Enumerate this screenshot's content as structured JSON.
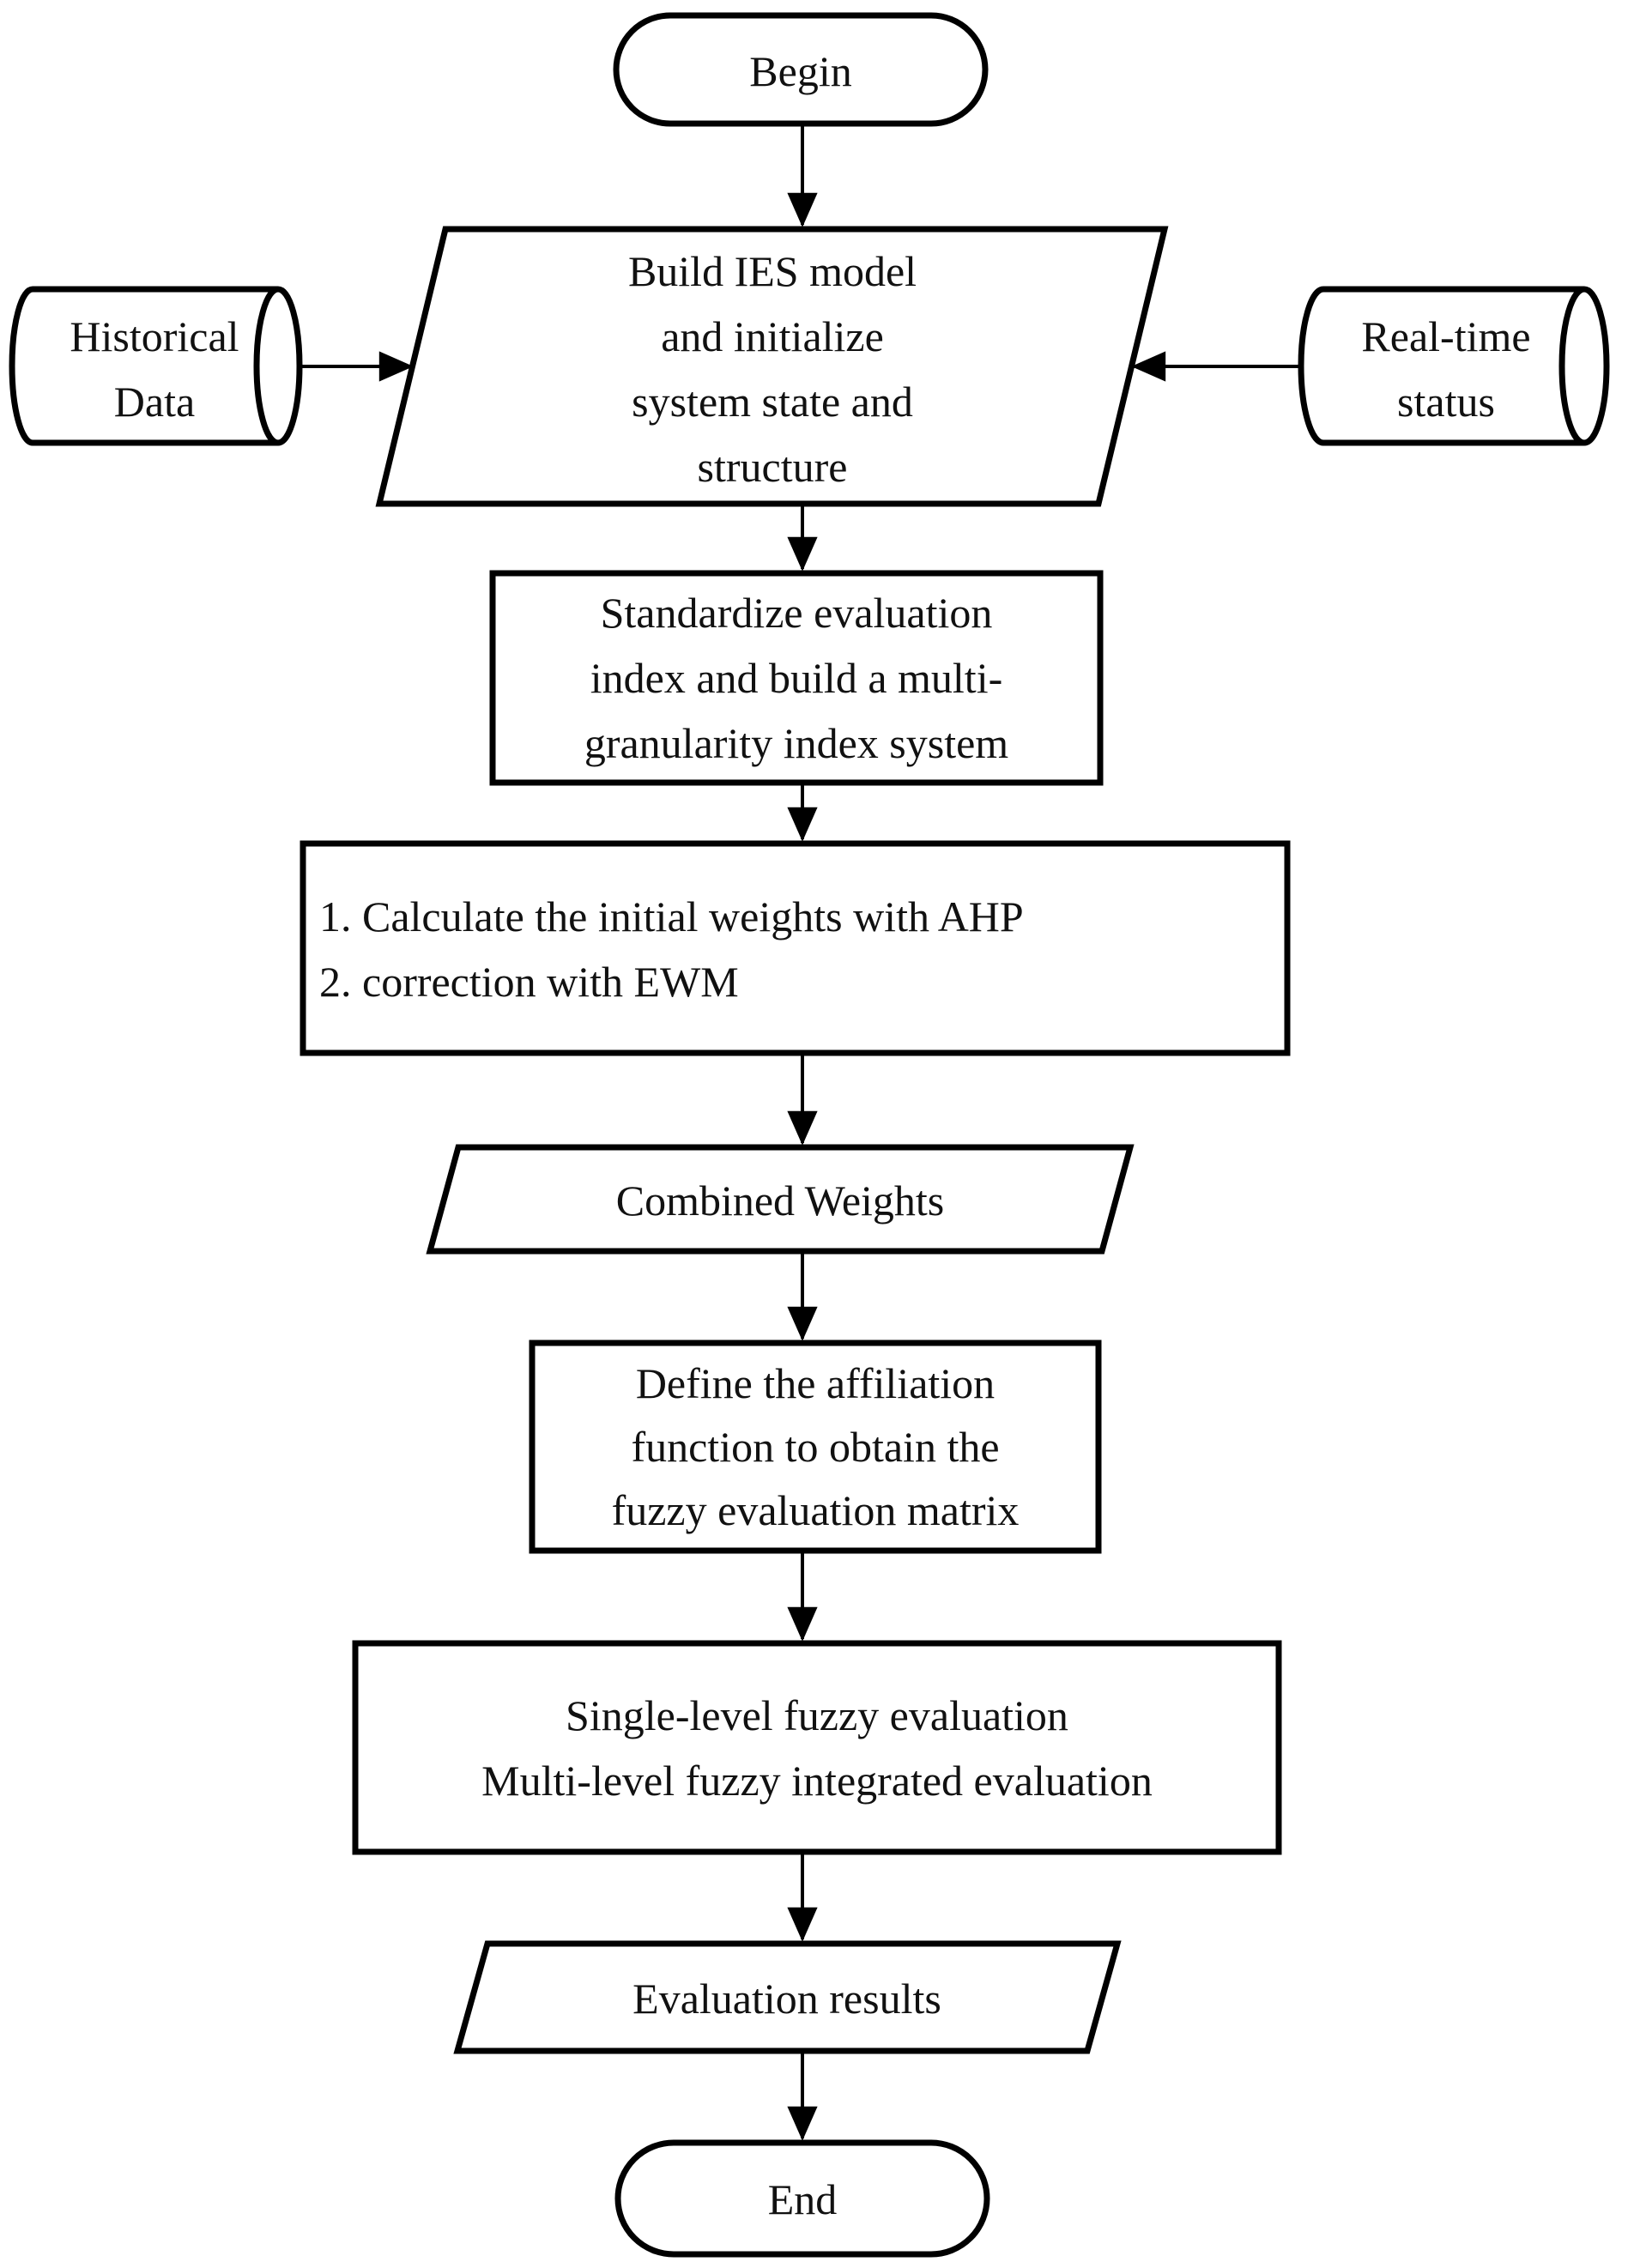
{
  "flowchart": {
    "nodes": {
      "begin": {
        "shape": "terminator",
        "label": "Begin"
      },
      "build_ies_model": {
        "shape": "parallelogram",
        "lines": [
          "Build IES model",
          "and initialize",
          "system state and",
          "structure"
        ]
      },
      "historical_data": {
        "shape": "cylinder",
        "lines": [
          "Historical",
          "Data"
        ]
      },
      "real_time_status": {
        "shape": "cylinder",
        "lines": [
          "Real-time",
          "status"
        ]
      },
      "standardize_index": {
        "shape": "rectangle",
        "lines": [
          "Standardize evaluation",
          "index and build a multi-",
          "granularity index system"
        ]
      },
      "calculate_weights": {
        "shape": "rectangle",
        "lines": [
          "1. Calculate the initial weights with AHP",
          "2. correction with EWM"
        ]
      },
      "combined_weights": {
        "shape": "parallelogram",
        "label": "Combined Weights"
      },
      "affiliation_function": {
        "shape": "rectangle",
        "lines": [
          "Define the affiliation",
          "function to obtain the",
          "fuzzy evaluation matrix"
        ]
      },
      "fuzzy_evaluation": {
        "shape": "rectangle",
        "lines": [
          "Single-level fuzzy evaluation",
          "Multi-level fuzzy integrated evaluation"
        ]
      },
      "evaluation_results": {
        "shape": "parallelogram",
        "label": "Evaluation results"
      },
      "end": {
        "shape": "terminator",
        "label": "End"
      }
    },
    "edges": [
      {
        "from": "begin",
        "to": "build_ies_model"
      },
      {
        "from": "historical_data",
        "to": "build_ies_model"
      },
      {
        "from": "real_time_status",
        "to": "build_ies_model"
      },
      {
        "from": "build_ies_model",
        "to": "standardize_index"
      },
      {
        "from": "standardize_index",
        "to": "calculate_weights"
      },
      {
        "from": "calculate_weights",
        "to": "combined_weights"
      },
      {
        "from": "combined_weights",
        "to": "affiliation_function"
      },
      {
        "from": "affiliation_function",
        "to": "fuzzy_evaluation"
      },
      {
        "from": "fuzzy_evaluation",
        "to": "evaluation_results"
      },
      {
        "from": "evaluation_results",
        "to": "end"
      }
    ],
    "colors": {
      "stroke": "#000000",
      "text": "#111111",
      "background": "#ffffff"
    }
  }
}
